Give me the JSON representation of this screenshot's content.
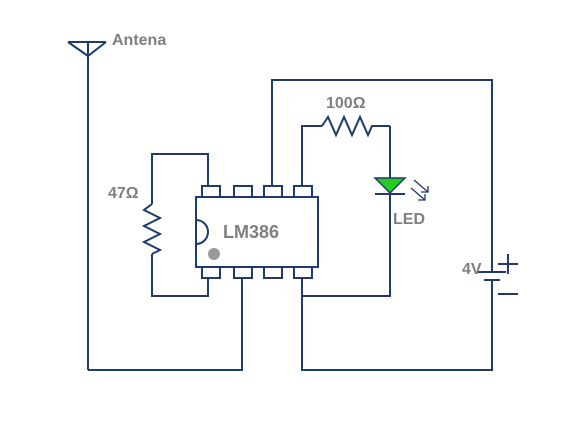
{
  "diagram": {
    "labels": {
      "antenna": "Antena",
      "resistor_small": "47Ω",
      "resistor_large": "100Ω",
      "chip": "LM386",
      "led": "LED",
      "battery": "4V"
    },
    "colors": {
      "wire": "#1f3a6b",
      "label": "#7f7f7f",
      "chip_fill": "#ffffff",
      "pin1_dot": "#999999",
      "led_fill": "#22cc22"
    },
    "icons": {
      "antenna": "antenna-icon",
      "led_arrows": "light-emission-icon",
      "battery": "battery-icon"
    }
  }
}
